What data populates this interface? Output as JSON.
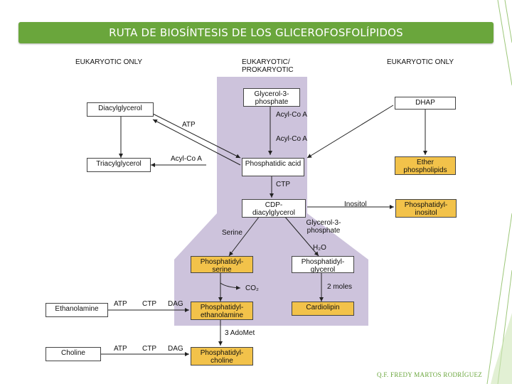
{
  "slide": {
    "title": "RUTA DE BIOSÍNTESIS DE LOS GLICEROFOSFOLÍPIDOS",
    "footer": "Q.F. FREDY MARTOS RODRÍGUEZ"
  },
  "zones": {
    "left": "EUKARYOTIC ONLY",
    "center": "EUKARYOTIC/ PROKARYOTIC",
    "right": "EUKARYOTIC ONLY"
  },
  "boxes": {
    "glycerol3p": "Glycerol-3-phosphate",
    "diacylglycerol": "Diacylglycerol",
    "dhap": "DHAP",
    "triacylglycerol": "Triacylglycerol",
    "phosphatidic": "Phosphatidic acid",
    "ether": "Ether phospholipids",
    "cdp": "CDP-diacylglycerol",
    "pinositol": "Phosphatidyl-inositol",
    "pserine": "Phosphatidyl-serine",
    "pglycerol": "Phosphatidyl-glycerol",
    "ethanolamine": "Ethanolamine",
    "pethanolamine": "Phosphatidyl-ethanolamine",
    "cardiolipin": "Cardiolipin",
    "choline": "Choline",
    "pcholine": "Phosphatidyl-choline"
  },
  "labels": {
    "acylcoa1": "Acyl-Co A",
    "acylcoa2": "Acyl-Co A",
    "atp1": "ATP",
    "acylcoa_left": "Acyl-Co A",
    "ctp": "CTP",
    "inositol": "Inositol",
    "serine": "Serine",
    "glycerol3p_2": "Glycerol-3-phosphate",
    "h2o": "H₂O",
    "co2": "CO₂",
    "moles": "2 moles",
    "atp2": "ATP",
    "ctp2": "CTP",
    "dag2": "DAG",
    "adomet": "3 AdoMet",
    "atp3": "ATP",
    "ctp3": "CTP",
    "dag3": "DAG"
  },
  "colors": {
    "title_bar": "#6aa63c",
    "zone_top": "#cdc3dc",
    "zone_bottom": "#c2b7d6",
    "box_gold": "#f2c24a"
  }
}
